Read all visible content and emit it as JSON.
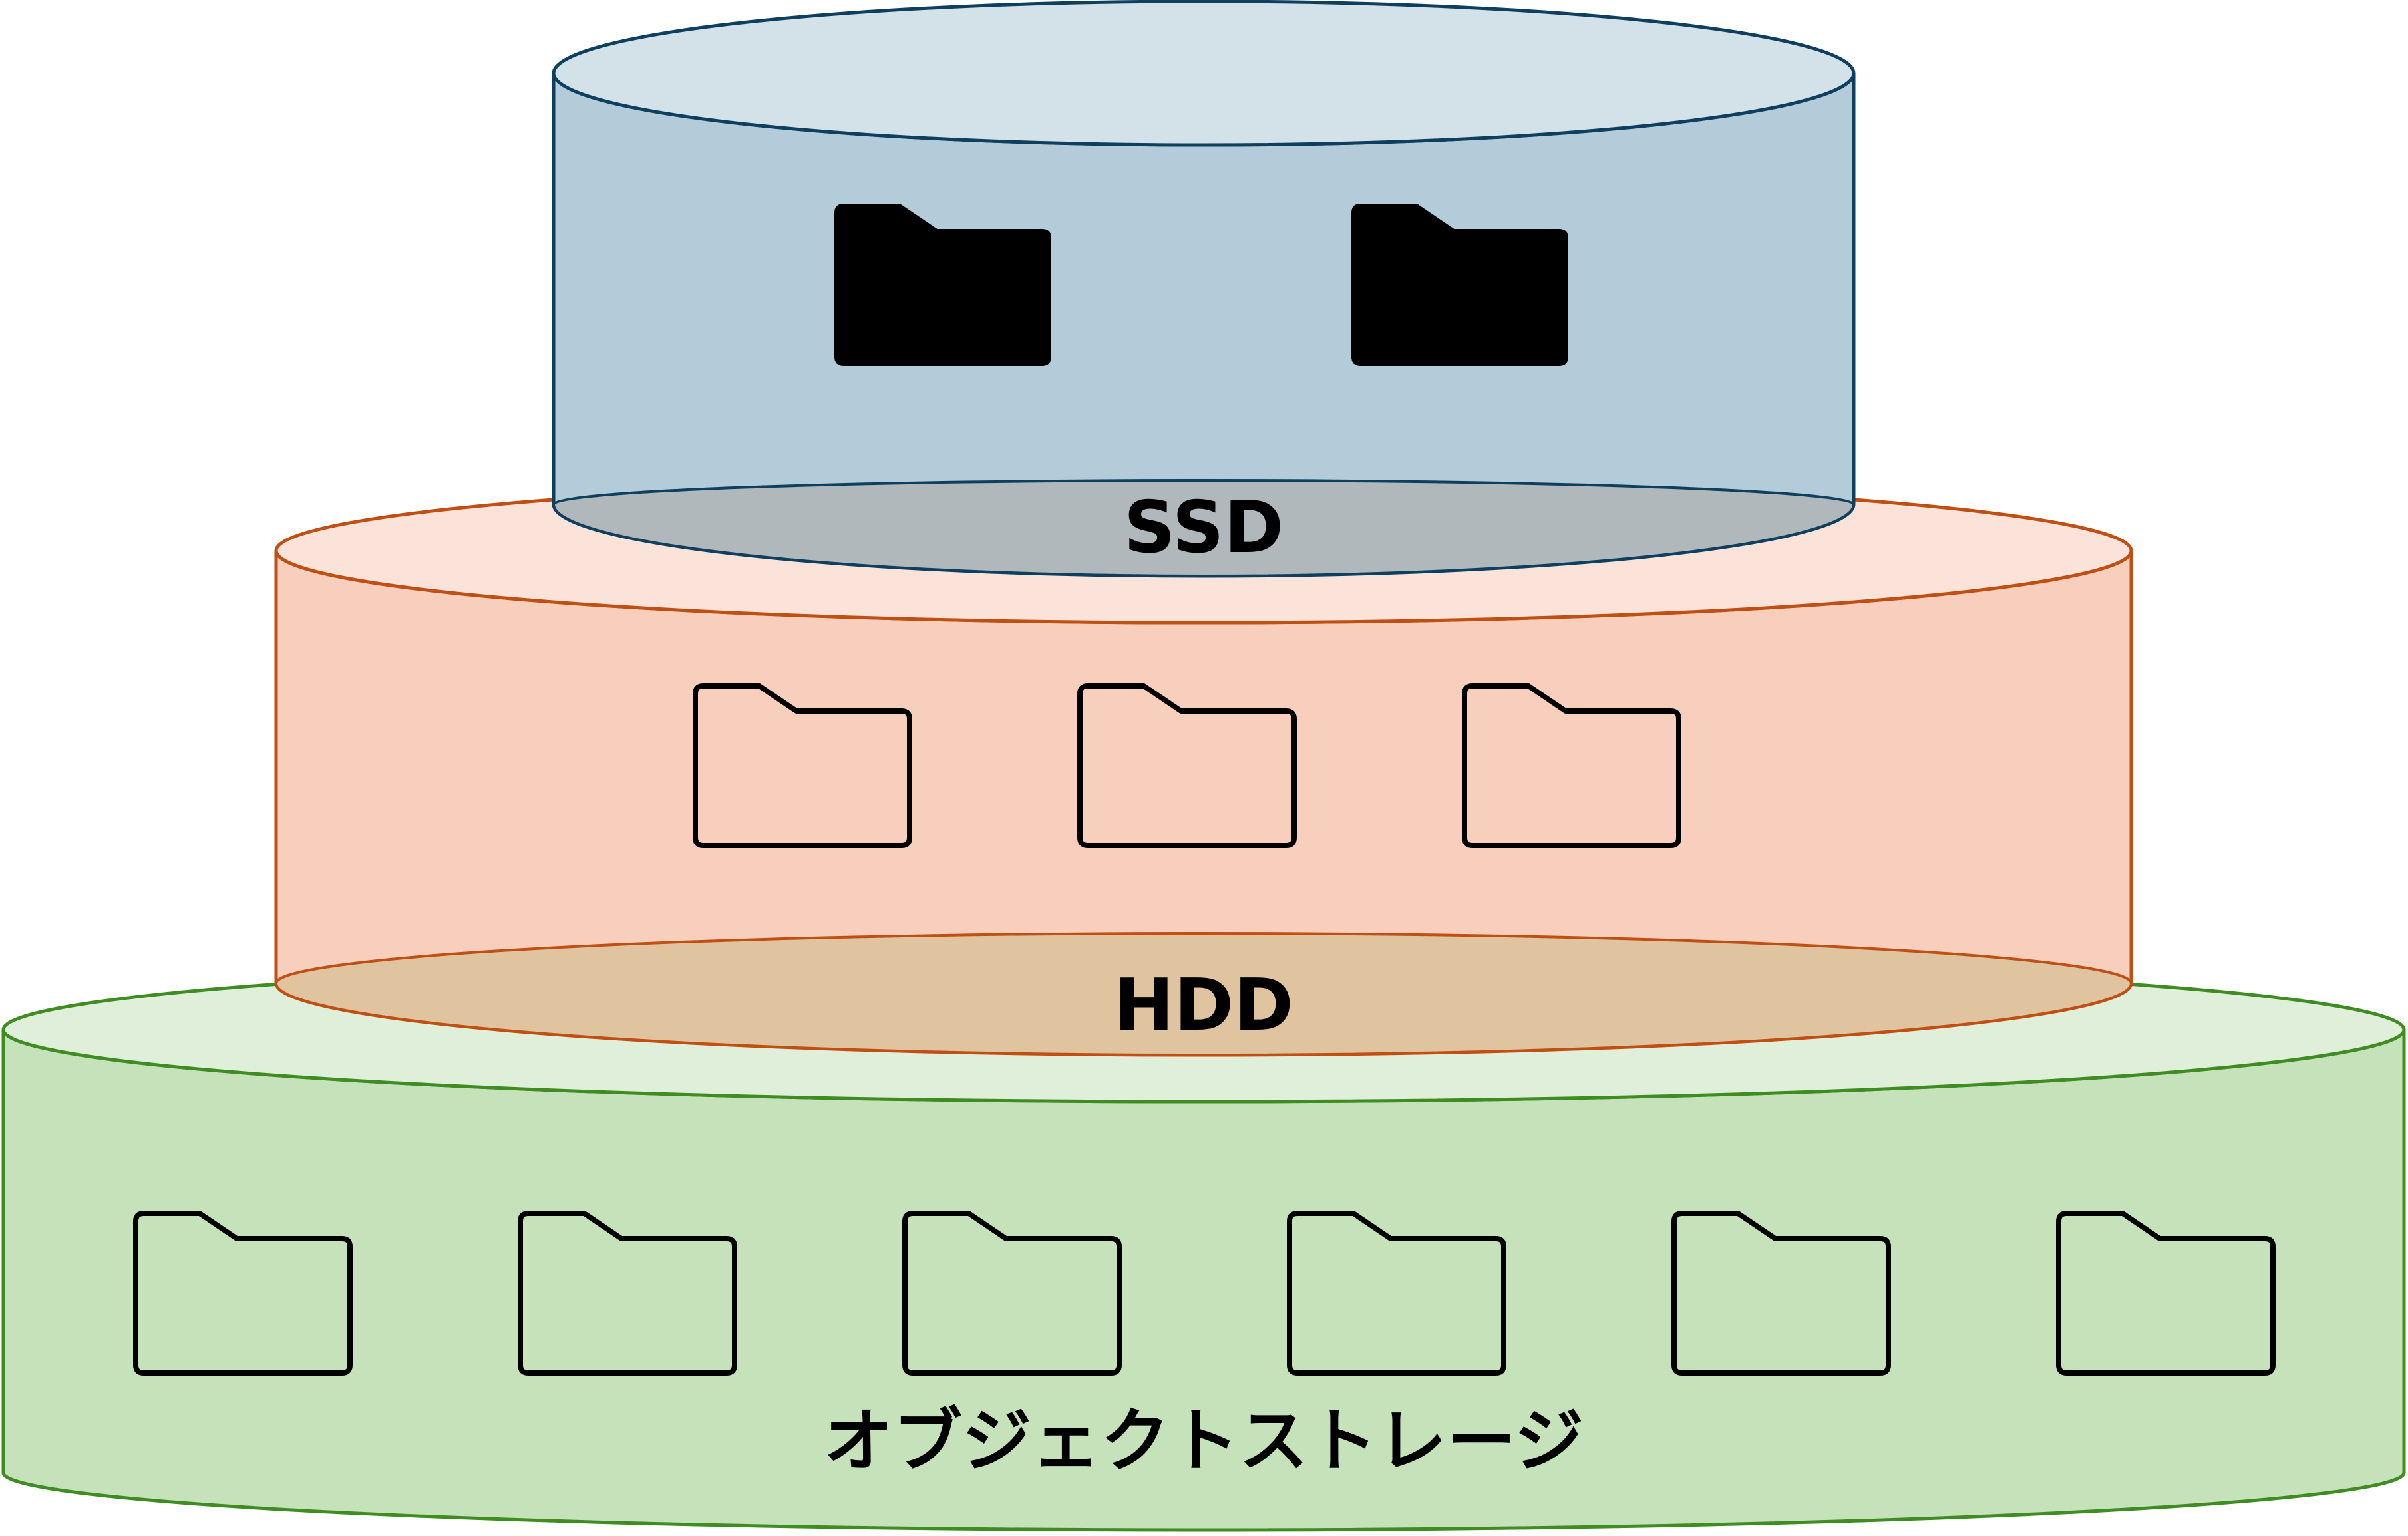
{
  "colors": {
    "ssd_fill": "#b4ccd9",
    "ssd_top": "#d3e1e9",
    "ssd_stroke": "#0f3f5e",
    "hdd_fill": "#f8cfbc",
    "hdd_top": "#fbe3d9",
    "hdd_stroke": "#c04f14",
    "obj_fill": "#c6e2bb",
    "obj_top": "#e0efd9",
    "obj_stroke": "#3f8c23",
    "folder_solid": "#000000",
    "folder_outline": "#000000"
  },
  "tiers": {
    "ssd": {
      "label": "SSD",
      "folders": 2,
      "folder_style": "solid"
    },
    "hdd": {
      "label": "HDD",
      "folders": 3,
      "folder_style": "outline"
    },
    "object": {
      "label": "オブジェクトストレージ",
      "folders": 6,
      "folder_style": "outline"
    }
  }
}
